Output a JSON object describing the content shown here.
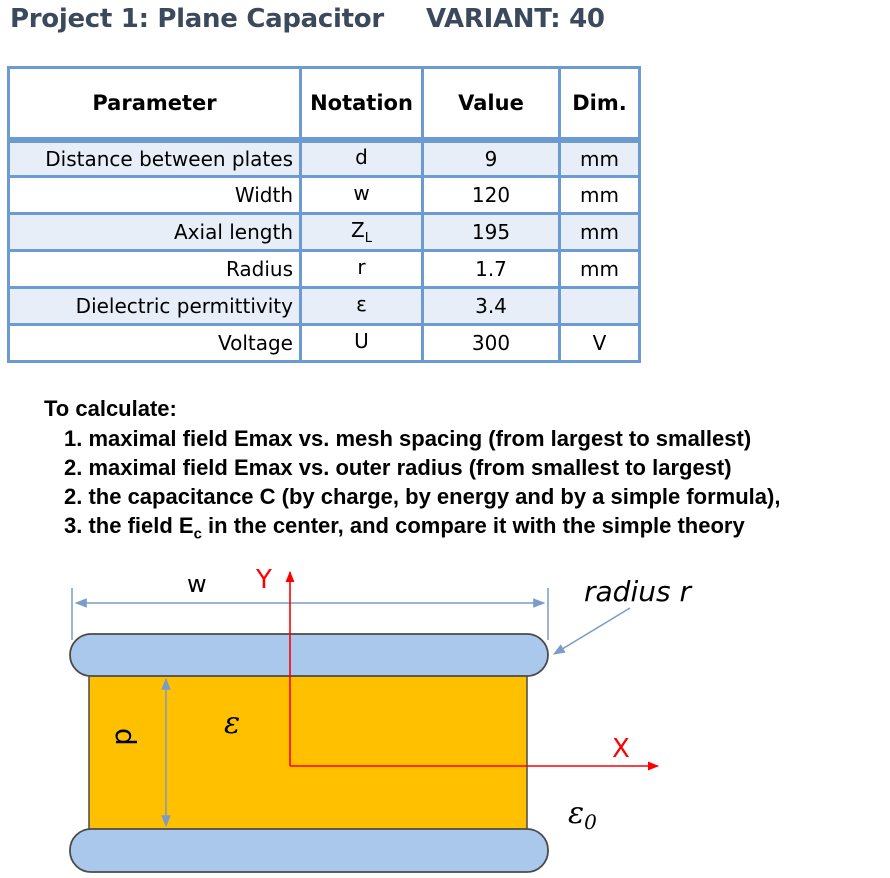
{
  "header": {
    "project_title": "Project 1: Plane Capacitor",
    "variant": "VARIANT: 40"
  },
  "table": {
    "columns": [
      "Parameter",
      "Notation",
      "Value",
      "Dim."
    ],
    "rows": [
      {
        "parameter": "Distance between plates",
        "notation": "d",
        "notation_sub": "",
        "value": "9",
        "dim": "mm"
      },
      {
        "parameter": "Width",
        "notation": "w",
        "notation_sub": "",
        "value": "120",
        "dim": "mm"
      },
      {
        "parameter": "Axial length",
        "notation": "Z",
        "notation_sub": "L",
        "value": "195",
        "dim": "mm"
      },
      {
        "parameter": "Radius",
        "notation": "r",
        "notation_sub": "",
        "value": "1.7",
        "dim": "mm"
      },
      {
        "parameter": "Dielectric permittivity",
        "notation": "ε",
        "notation_sub": "",
        "value": "3.4",
        "dim": ""
      },
      {
        "parameter": "Voltage",
        "notation": "U",
        "notation_sub": "",
        "value": "300",
        "dim": "V"
      }
    ]
  },
  "tasks": {
    "heading": "To calculate:",
    "items": [
      {
        "text": "1.  maximal field Emax vs. mesh spacing (from largest to smallest)"
      },
      {
        "text": "2.  maximal field Emax vs. outer radius (from smallest to largest)"
      },
      {
        "text": "2. the capacitance C (by charge, by energy and by a simple formula),"
      },
      {
        "text_pre": "3. the field E",
        "sub": "c",
        "text_post": " in the center, and compare it with the simple theory"
      }
    ]
  },
  "diagram": {
    "width_label": "w",
    "y_axis_label": "Y",
    "x_axis_label": "X",
    "radius_label": "radius r",
    "dielectric_label": "ε",
    "distance_label": "d",
    "vacuum_label": "ε",
    "vacuum_sub": "0",
    "colors": {
      "plate": "#a9c8ec",
      "plate_border": "#4a4a4a",
      "dielectric": "#ffc000",
      "axis": "#ff0000",
      "dimension_line": "#7a9cc6"
    }
  }
}
